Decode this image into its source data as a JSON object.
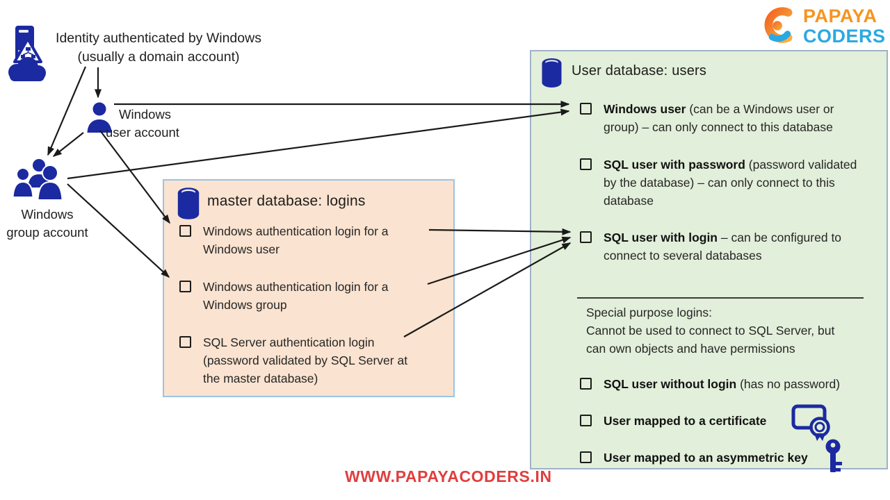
{
  "brand": {
    "logo_text_top": "PAPAYA",
    "logo_text_bottom": "CODERS",
    "website": "WWW.PAPAYACODERS.IN"
  },
  "colors": {
    "icon_blue": "#1B2AA0",
    "master_box_fill": "#FAE3D0",
    "master_box_border": "#9DC3E6",
    "userdb_box_fill": "#E2EFDA",
    "userdb_box_border": "#9FB2C8",
    "arrow": "#1A1A1A",
    "logo_orange": "#F7941E",
    "logo_blue": "#2AA9E1",
    "watermark_red": "#E03E3E"
  },
  "identity": {
    "lines": [
      "Identity authenticated by Windows",
      "(usually a domain account)"
    ]
  },
  "windows_user": {
    "lines": [
      "Windows",
      "user account"
    ]
  },
  "windows_group": {
    "lines": [
      "Windows",
      "group account"
    ]
  },
  "master_box": {
    "title": "master database: logins",
    "items": [
      {
        "lines": [
          "Windows authentication login for a",
          "Windows user"
        ]
      },
      {
        "lines": [
          "Windows authentication login for a",
          "Windows group"
        ]
      },
      {
        "lines": [
          "SQL Server authentication login",
          "(password validated by SQL Server at",
          "the master database)"
        ]
      }
    ]
  },
  "user_db_box": {
    "title": "User database: users",
    "items": [
      {
        "bold": "Windows user",
        "rest1": " (can be a Windows user or",
        "lines": [
          "group) – can only connect to this database"
        ]
      },
      {
        "bold": "SQL user with password",
        "rest1": " (password validated",
        "lines": [
          "by the database) – can only connect to this",
          "database"
        ]
      },
      {
        "bold": "SQL user with login",
        "rest1": " – can be configured to",
        "lines": [
          "connect to several databases"
        ]
      },
      {
        "bold": "SQL user without login",
        "rest1": " (has no password)"
      },
      {
        "bold": "User mapped to a certificate",
        "rest1": ""
      },
      {
        "bold": "User mapped to an asymmetric key",
        "rest1": ""
      }
    ],
    "special_note": {
      "lines": [
        "Special purpose logins:",
        "Cannot be used to connect to SQL Server, but",
        "can own objects and have permissions"
      ]
    }
  },
  "connections": [
    {
      "from": "identity-authenticated-by-windows",
      "to": "windows-user-account"
    },
    {
      "from": "identity-authenticated-by-windows",
      "to": "windows-group-account"
    },
    {
      "from": "windows-user-account",
      "to": "windows-group-account"
    },
    {
      "from": "windows-user-account",
      "to": "userdb-windows-user"
    },
    {
      "from": "windows-group-account",
      "to": "userdb-windows-user"
    },
    {
      "from": "windows-user-account",
      "to": "master-login-for-windows-user"
    },
    {
      "from": "windows-group-account",
      "to": "master-login-for-windows-group"
    },
    {
      "from": "master-login-for-windows-user",
      "to": "userdb-sql-user-with-login"
    },
    {
      "from": "master-login-for-windows-group",
      "to": "userdb-sql-user-with-login"
    },
    {
      "from": "master-sql-server-auth-login",
      "to": "userdb-sql-user-with-login"
    }
  ]
}
